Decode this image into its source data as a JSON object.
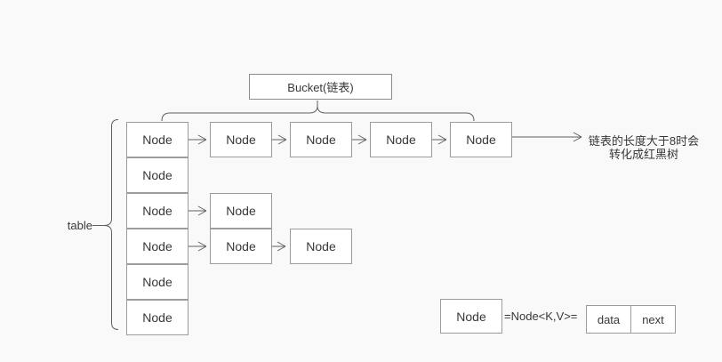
{
  "bucket": {
    "label": "Bucket(链表)"
  },
  "table": {
    "label": "table",
    "rows": [
      {
        "label": "Node",
        "chain": [
          "Node",
          "Node",
          "Node",
          "Node"
        ]
      },
      {
        "label": "Node",
        "chain": []
      },
      {
        "label": "Node",
        "chain": [
          "Node"
        ]
      },
      {
        "label": "Node",
        "chain": [
          "Node",
          "Node"
        ]
      },
      {
        "label": "Node",
        "chain": []
      },
      {
        "label": "Node",
        "chain": []
      }
    ]
  },
  "annotation": {
    "line1": "链表的长度大于8时会",
    "line2": "转化成红黑树"
  },
  "legend": {
    "node_label": "Node",
    "equation": "=Node<K,V>=",
    "data_label": "data",
    "next_label": "next"
  },
  "colors": {
    "background": "#f9f9f9",
    "box_fill": "#ffffff",
    "box_border": "#9c9c9c",
    "line": "#5f5f5f",
    "text": "#383838"
  }
}
